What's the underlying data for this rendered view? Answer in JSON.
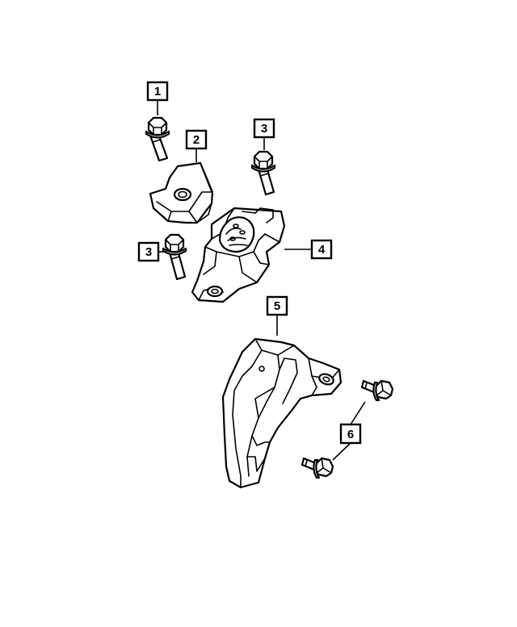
{
  "colors": {
    "background": "#ffffff",
    "line": "#000000"
  },
  "callouts": [
    {
      "label": "1",
      "part": "bolt"
    },
    {
      "label": "2",
      "part": "insulator-cover"
    },
    {
      "label": "3",
      "part": "bolt"
    },
    {
      "label": "3",
      "part": "bolt"
    },
    {
      "label": "4",
      "part": "engine-mount-insulator"
    },
    {
      "label": "5",
      "part": "mount-bracket"
    },
    {
      "label": "6",
      "part": "bolt"
    }
  ]
}
